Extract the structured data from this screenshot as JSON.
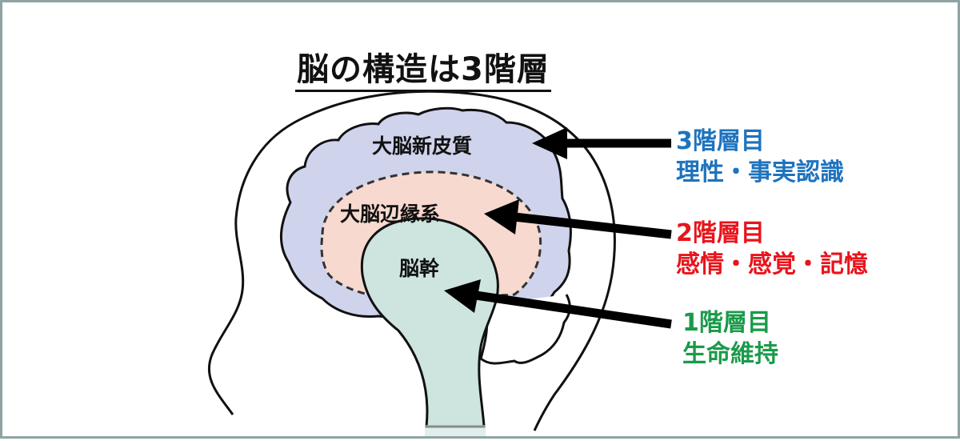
{
  "title": "脳の構造は3階層",
  "regions": {
    "neocortex": {
      "label": "大脳新皮質",
      "fill": "#cfd3ec"
    },
    "limbic": {
      "label": "大脳辺縁系",
      "fill": "#f7d9cf"
    },
    "brainstem": {
      "label": "脳幹",
      "fill": "#cde4df"
    }
  },
  "layers": [
    {
      "number_label": "3階層目",
      "description": "理性・事実認識",
      "color": "#1e73be",
      "points_to": "大脳新皮質"
    },
    {
      "number_label": "2階層目",
      "description": "感情・感覚・記憶",
      "color": "#e8141c",
      "points_to": "大脳辺縁系"
    },
    {
      "number_label": "1階層目",
      "description": "生命維持",
      "color": "#1a9a4a",
      "points_to": "脳幹"
    }
  ],
  "colors": {
    "frame_border": "#8fa3a3",
    "outline": "#111111",
    "arrow": "#000000"
  }
}
